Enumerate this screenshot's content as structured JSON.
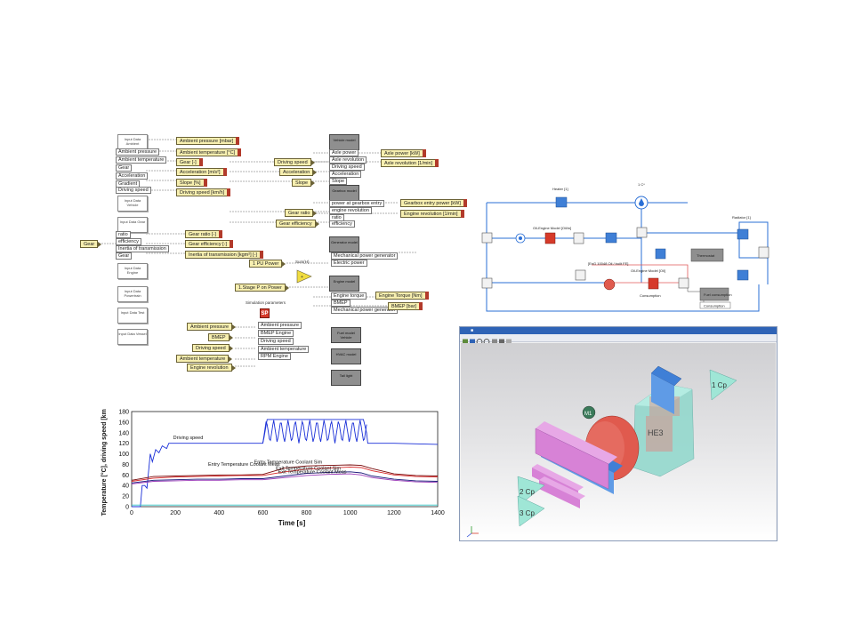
{
  "block_diagram": {
    "subsystems": [
      "Input Data Ambient",
      "Input Data Vehicle",
      "Input Data Gear",
      "Input Data Engine",
      "Input Data Powertrain",
      "Input Data Test",
      "Input Data Vessel"
    ],
    "groups": {
      "environment": {
        "outputs": [
          "Ambient pressure [mbar]",
          "Ambient temperature [°C]",
          "Gear [-]",
          "Acceleration [m/s²]",
          "Slope [%]",
          "Driving speed [km/h]"
        ],
        "signals": [
          "Ambient pressure",
          "Ambient temperature",
          "Gear",
          "Acceleration",
          "Gradient",
          "Driving speed"
        ]
      },
      "gear": {
        "input": "Gear",
        "signals": [
          "ratio",
          "efficiency",
          "Inertia of transmission",
          "Gear"
        ],
        "outputs": [
          "Gear ratio [-]",
          "Gear efficiency [-]",
          "Inertia of transmission [kgm²] [-]"
        ]
      },
      "vehicle": {
        "block": "Vehicle model",
        "inputs": [
          "Driving speed",
          "Acceleration",
          "Slope"
        ],
        "signals": [
          "Axle power",
          "Axle revolution",
          "Driving speed",
          "Acceleration",
          "Slope"
        ],
        "outputs": [
          "Axle power [kW]",
          "Axle revolution [1/min]"
        ]
      },
      "gearbox": {
        "block": "Gearbox model",
        "inputs": [
          "Gear ratio",
          "Gear efficiency"
        ],
        "signals": [
          "power at gearbox entry",
          "engine revolution",
          "ratio",
          "efficiency"
        ],
        "outputs": [
          "Gearbox entry power [kW]",
          "Engine revolution [1/min]"
        ]
      },
      "generator": {
        "block": "Generator model",
        "signals": [
          "Mechanical power generator",
          "Electric power"
        ]
      },
      "power": {
        "inputs": [
          "1 PU Power",
          "1.Stage P on Power"
        ],
        "label": "Sum(H)"
      },
      "engine": {
        "block": "Engine model",
        "signals": [
          "Engine torque",
          "BMEP",
          "Mechanical power generator"
        ],
        "outputs": [
          "Engine Torque [Nm]",
          "BMEP [bar]"
        ]
      },
      "simulation": {
        "caption": "Simulation parameters",
        "badge": "SP",
        "inputs": [
          "Ambient pressure",
          "BMEP",
          "Driving speed",
          "Ambient temperature",
          "Engine revolution"
        ],
        "signals": [
          "Ambient pressure",
          "BMEP Engine",
          "Driving speed",
          "Ambient temperature",
          "RPM Engine"
        ]
      },
      "bottom_blocks": [
        "Fuel model Vehicle",
        "HVAC model",
        "Tail light"
      ]
    }
  },
  "thermal_network": {
    "labels": [
      "Heater [1]",
      "1 C*",
      "Oil-Engine Model [Oil/in]",
      "Radiator [1]",
      "Thermostat",
      "[EnG 10048 Oil / built FE]",
      "Oil-Engine Model [Oil]",
      "Consumption",
      "Fuel consumption",
      "Consumption"
    ]
  },
  "chart_data": {
    "type": "line",
    "xlabel": "Time [s]",
    "ylabel": "Temperature [°C], driving speed [km/h]",
    "xlim": [
      0,
      1400
    ],
    "ylim": [
      0,
      180
    ],
    "xticks": [
      0,
      200,
      400,
      600,
      800,
      1000,
      1200,
      1400
    ],
    "yticks": [
      0,
      20,
      40,
      60,
      80,
      100,
      120,
      140,
      160,
      180
    ],
    "grid": true,
    "annotations": [
      "Driving speed",
      "Entry Temperature Coolant Sim",
      "Entry Temperature Coolant Meas",
      "Exit Temperature Coolant Sim",
      "Exit Temperature Coolant Meas"
    ],
    "series": [
      {
        "name": "Driving speed",
        "color": "#1a2fd8",
        "x": [
          0,
          40,
          48,
          60,
          70,
          85,
          95,
          110,
          125,
          140,
          160,
          170,
          180,
          600,
          605,
          620,
          660,
          700,
          740,
          780,
          820,
          860,
          900,
          940,
          980,
          1020,
          1060,
          1075,
          1080,
          1200,
          1400
        ],
        "y": [
          0,
          0,
          40,
          40,
          35,
          100,
          85,
          108,
          102,
          115,
          110,
          120,
          120,
          120,
          130,
          165,
          165,
          165,
          165,
          165,
          165,
          165,
          165,
          165,
          165,
          165,
          165,
          140,
          120,
          120,
          118
        ]
      },
      {
        "name": "Entry Temperature Coolant Sim",
        "color": "#7a0a0a",
        "x": [
          0,
          100,
          200,
          300,
          400,
          500,
          600,
          700,
          800,
          900,
          1000,
          1050,
          1100,
          1200,
          1300,
          1400
        ],
        "y": [
          50,
          57,
          58,
          59,
          60,
          60,
          61,
          73,
          77,
          78,
          79,
          78,
          72,
          62,
          59,
          58
        ]
      },
      {
        "name": "Entry Temperature Coolant Meas",
        "color": "#d82a2a",
        "x": [
          0,
          100,
          200,
          300,
          400,
          500,
          600,
          700,
          800,
          900,
          1000,
          1050,
          1100,
          1200,
          1300,
          1400
        ],
        "y": [
          48,
          54,
          56,
          57,
          58,
          59,
          59,
          66,
          71,
          73,
          75,
          74,
          68,
          60,
          57,
          56
        ]
      },
      {
        "name": "Exit Temperature Coolant Sim",
        "color": "#1a1a7a",
        "x": [
          0,
          100,
          200,
          300,
          400,
          500,
          600,
          700,
          800,
          900,
          1000,
          1050,
          1100,
          1200,
          1300,
          1400
        ],
        "y": [
          45,
          50,
          51,
          52,
          52,
          53,
          53,
          58,
          63,
          65,
          66,
          64,
          58,
          52,
          49,
          48
        ]
      },
      {
        "name": "Exit Temperature Coolant Meas",
        "color": "#9a3ab8",
        "x": [
          0,
          100,
          200,
          300,
          400,
          500,
          600,
          700,
          800,
          900,
          1000,
          1050,
          1100,
          1200,
          1300,
          1400
        ],
        "y": [
          43,
          48,
          49,
          50,
          50,
          51,
          51,
          55,
          59,
          61,
          62,
          60,
          55,
          50,
          47,
          46
        ]
      },
      {
        "name": "",
        "color": "#30c8c8",
        "x": [
          0,
          1400
        ],
        "y": [
          3,
          3
        ]
      }
    ]
  },
  "view_3d": {
    "labels": [
      "1 Cp",
      "2 Cp",
      "3 Cp",
      "M1",
      "HE3"
    ],
    "colors": {
      "title_bar": "#2e63b6",
      "engine": "#8fd8cc",
      "motor": "#e05a4e",
      "plates": "#d782d6",
      "blue": "#3f7fd6",
      "cp": "#9fe6d6"
    }
  }
}
